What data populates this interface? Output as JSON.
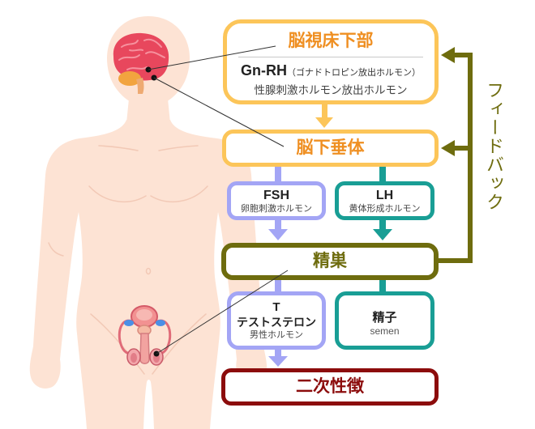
{
  "colors": {
    "orange": "#fcc559",
    "orange_text": "#ef8f22",
    "lavender": "#a3a5f5",
    "teal": "#199e95",
    "olive": "#6e6c0e",
    "dark_red": "#8c0c0c",
    "skin": "#fde3d4",
    "brain": "#e8475d",
    "cerebellum": "#f2a43f",
    "organ_blue": "#4b8fe6"
  },
  "hypothalamus": {
    "title": "脳視床下部",
    "hormone": "Gn-RH",
    "hormone_note": "（ゴナドトロピン放出ホルモン）",
    "hormone_full_name": "性腺刺激ホルモン放出ホルモン"
  },
  "pituitary": {
    "title": "脳下垂体"
  },
  "fsh": {
    "name": "FSH",
    "description": "卵胞刺激ホルモン"
  },
  "lh": {
    "name": "LH",
    "description": "黄体形成ホルモン"
  },
  "testis": {
    "title": "精巣"
  },
  "testosterone": {
    "name": "T",
    "full_name": "テストステロン",
    "description": "男性ホルモン"
  },
  "sperm": {
    "name": "精子",
    "description": "semen"
  },
  "secondary_sex_characteristics": {
    "title": "二次性徴"
  },
  "feedback": {
    "label": "フィードバック"
  }
}
